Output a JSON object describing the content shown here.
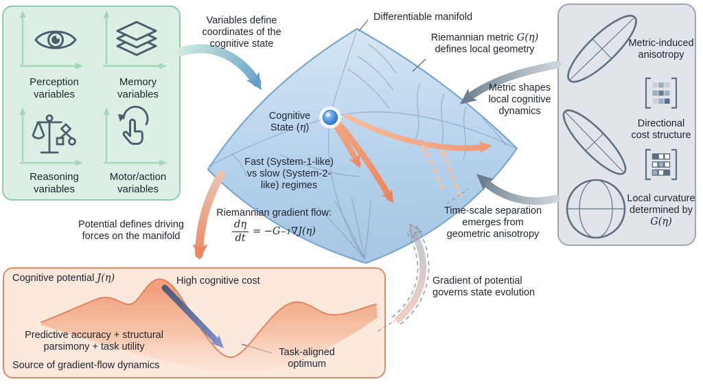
{
  "figure": {
    "palette": {
      "green_box_fill": "#ddefe5",
      "green_box_border": "#90c8ab",
      "axis_green": "#a3d6ba",
      "icon_stroke": "#4d5d6b",
      "manifold_light": "#d5e6f5",
      "manifold_dark": "#a6c6e4",
      "manifold_edge": "#7ba6cb",
      "contour": "#7391ad",
      "sphere_blue": "#2f7fd6",
      "salmon": "#ed8a62",
      "salmon_light": "#f1c2ab",
      "gray_arrow": "#6b7e8c",
      "panel_fill": "#e1e5ea",
      "panel_border": "#9ba6b0",
      "panel_icon_stroke": "#5d7081",
      "orange_box_fill": "#fce9dc",
      "orange_box_border": "#dd8a68",
      "dark_arrow_start": "#4e5a74",
      "dark_arrow_end": "#8490cc",
      "text": "#1d232e"
    }
  },
  "variables_panel": {
    "items": [
      {
        "icon": "eye-icon",
        "label_l1": "Perception",
        "label_l2": "variables"
      },
      {
        "icon": "layers-icon",
        "label_l1": "Memory",
        "label_l2": "variables"
      },
      {
        "icon": "balance-tree-icon",
        "label_l1": "Reasoning",
        "label_l2": "variables"
      },
      {
        "icon": "hand-rotate-icon",
        "label_l1": "Motor/action",
        "label_l2": "variables"
      }
    ]
  },
  "annotations": {
    "variables_define": {
      "l1": "Variables define",
      "l2": "coordinates of the",
      "l3": "cognitive state"
    },
    "differentiable_manifold": "Differentiable manifold",
    "riemannian_metric": {
      "pre": "Riemannian metric ",
      "math": "G(η)",
      "l2": "defines local geometry"
    },
    "metric_shapes": {
      "l1": "Metric shapes",
      "l2": "local cognitive",
      "l3": "dynamics"
    },
    "cognitive_state": {
      "l1": "Cognitive",
      "l2_pre": "State (",
      "l2_math": "η",
      "l2_post": ")"
    },
    "fast_slow": {
      "l1": "Fast (System-1-like)",
      "l2": "vs slow (System-2-",
      "l3": "like) regimes"
    },
    "gradient_flow": {
      "label": "Riemannian gradient flow:",
      "num": "dη",
      "den": "dt",
      "eq": "=",
      "minus_g": "−G",
      "exp": "−1",
      "nabla": " ∇J(η)"
    },
    "time_scale": {
      "l1": "Time-scale separation",
      "l2": "emerges from",
      "l3": "geometric anisotropy"
    },
    "gradient_potential": {
      "l1": "Gradient of potential",
      "l2": "governs state evolution"
    },
    "potential_defines": {
      "l1": "Potential defines driving",
      "l2": "forces on the manifold"
    }
  },
  "metric_panel": {
    "metric_induced": {
      "l1": "Metric-induced",
      "l2": "anisotropy"
    },
    "directional": {
      "l1": "Directional",
      "l2": "cost structure"
    },
    "local_curvature": {
      "l1": "Local curvature",
      "l2": "determined by",
      "math": "G(η)"
    }
  },
  "potential_panel": {
    "cognitive_potential": {
      "pre": "Cognitive potential ",
      "math": "J(η)"
    },
    "high_cost": "High cognitive cost",
    "predictive": {
      "l1": "Predictive accuracy + structural",
      "l2": "parsimony + task utility"
    },
    "source": "Source of gradient-flow dynamics",
    "task_aligned": {
      "l1": "Task-aligned",
      "l2": "optimum"
    }
  }
}
